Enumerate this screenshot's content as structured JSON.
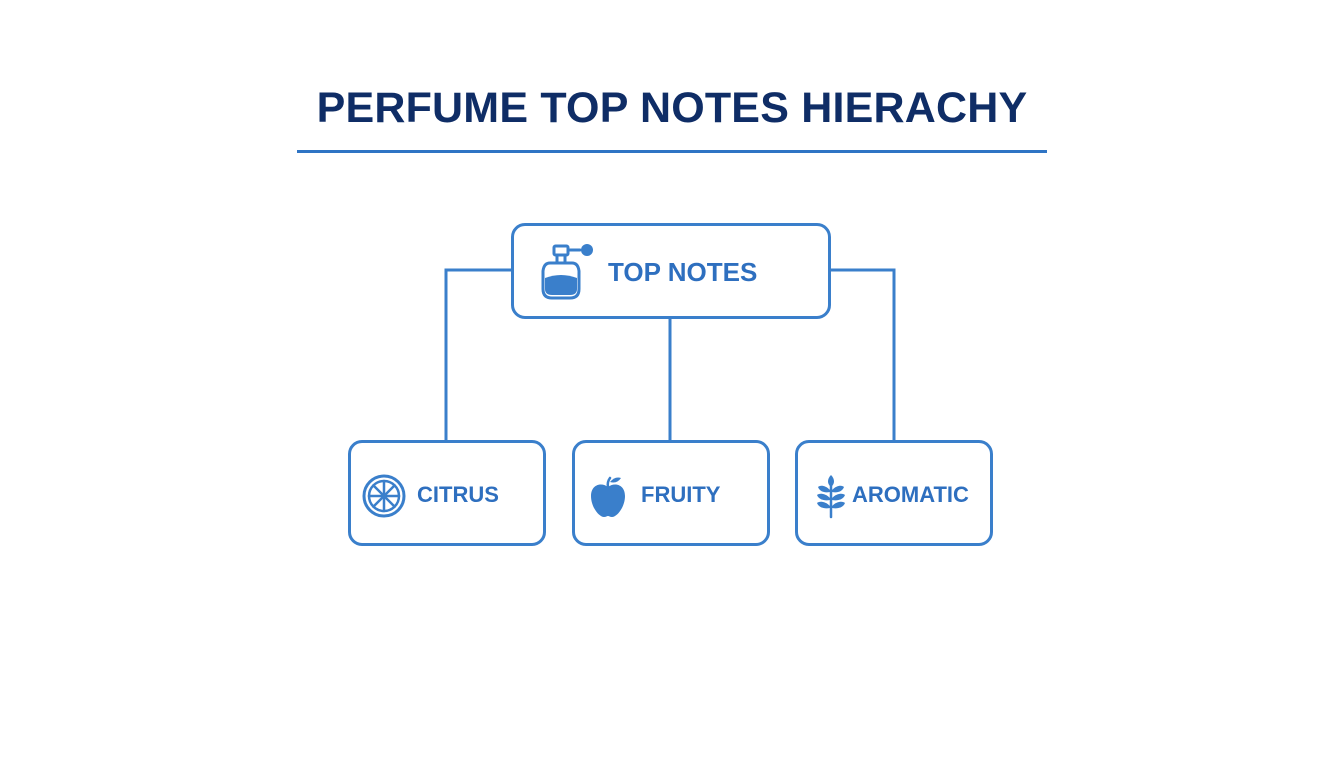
{
  "title": "PERFUME TOP NOTES HIERACHY",
  "colors": {
    "title": "#0f2d66",
    "accent": "#3a7fcb",
    "label": "#2e6fbf"
  },
  "root": {
    "label": "TOP NOTES",
    "icon": "perfume-bottle-icon"
  },
  "children": [
    {
      "label": "CITRUS",
      "icon": "citrus-slice-icon"
    },
    {
      "label": "FRUITY",
      "icon": "apple-icon"
    },
    {
      "label": "AROMATIC",
      "icon": "herb-leaf-icon"
    }
  ]
}
